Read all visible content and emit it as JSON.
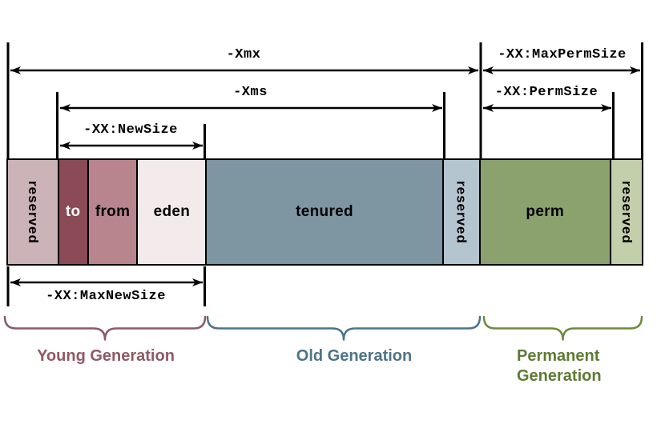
{
  "dimension_labels": {
    "xmx": "-Xmx",
    "xms": "-Xms",
    "new_size": "-XX:NewSize",
    "max_new_size": "-XX:MaxNewSize",
    "max_perm_size": "-XX:MaxPermSize",
    "perm_size": "-XX:PermSize"
  },
  "heap_segments": [
    {
      "name": "reserved-young",
      "label": "reserved",
      "color": "#cbb3b8",
      "text_color": "#000000",
      "orientation": "vertical"
    },
    {
      "name": "to",
      "label": "to",
      "color": "#8a4a56",
      "text_color": "#ffffff",
      "orientation": "horizontal"
    },
    {
      "name": "from",
      "label": "from",
      "color": "#b8858f",
      "text_color": "#000000",
      "orientation": "horizontal"
    },
    {
      "name": "eden",
      "label": "eden",
      "color": "#f2eaeb",
      "text_color": "#000000",
      "orientation": "horizontal"
    },
    {
      "name": "tenured",
      "label": "tenured",
      "color": "#7e95a2",
      "text_color": "#000000",
      "orientation": "horizontal"
    },
    {
      "name": "reserved-old",
      "label": "reserved",
      "color": "#b5c5d0",
      "text_color": "#000000",
      "orientation": "vertical"
    },
    {
      "name": "perm",
      "label": "perm",
      "color": "#8ca26e",
      "text_color": "#000000",
      "orientation": "horizontal"
    },
    {
      "name": "reserved-perm",
      "label": "reserved",
      "color": "#c3cfab",
      "text_color": "#000000",
      "orientation": "vertical"
    }
  ],
  "generations": [
    {
      "label": "Young Generation",
      "color": "#8e5a64",
      "brace_color": "#8b5a66"
    },
    {
      "label": "Old Generation",
      "color": "#4d7386",
      "brace_color": "#4d7389"
    },
    {
      "label": "Permanent Generation",
      "color": "#5e7b33",
      "brace_color": "#6d8a3e"
    }
  ],
  "colors": {
    "line": "#000000"
  }
}
